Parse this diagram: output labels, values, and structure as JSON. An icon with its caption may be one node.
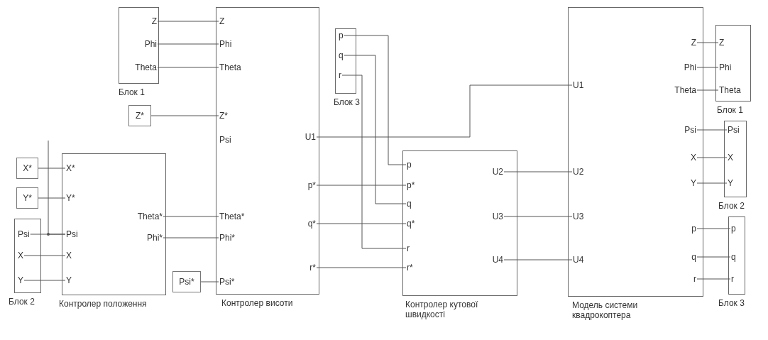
{
  "diagram": {
    "nodes": [
      {
        "text": [
          "Блок 1"
        ]
      },
      {
        "text": [
          "Z"
        ],
        "in": 0
      },
      {
        "text": [
          "Phi"
        ],
        "in": 0
      },
      {
        "text": [
          "Theta"
        ],
        "in": 0
      },
      {
        "text": [
          "Z*"
        ]
      },
      {
        "text": [
          "X*"
        ]
      },
      {
        "text": [
          "Y*"
        ]
      },
      {
        "text": [
          "Блок 2"
        ]
      },
      {
        "text": [
          "Psi"
        ],
        "in": 7
      },
      {
        "text": [
          "X"
        ],
        "in": 7
      },
      {
        "text": [
          "Y"
        ],
        "in": 7
      },
      {
        "text": [
          "Контролер положення"
        ]
      },
      {
        "text": [
          "X*"
        ],
        "in": 11
      },
      {
        "text": [
          "Y*"
        ],
        "in": 11
      },
      {
        "text": [
          "Psi"
        ],
        "in": 11
      },
      {
        "text": [
          "X"
        ],
        "in": 11
      },
      {
        "text": [
          "Y"
        ],
        "in": 11
      },
      {
        "text": [
          "Theta*"
        ],
        "in": 11
      },
      {
        "text": [
          "Phi*"
        ],
        "in": 11
      },
      {
        "text": [
          "Psi*"
        ]
      },
      {
        "text": [
          "Контролер висоти"
        ]
      },
      {
        "text": [
          "Z"
        ],
        "in": 20
      },
      {
        "text": [
          "Phi"
        ],
        "in": 20
      },
      {
        "text": [
          "Theta"
        ],
        "in": 20
      },
      {
        "text": [
          "Z*"
        ],
        "in": 20
      },
      {
        "text": [
          "Psi"
        ],
        "in": 20
      },
      {
        "text": [
          "Theta*"
        ],
        "in": 20
      },
      {
        "text": [
          "Phi*"
        ],
        "in": 20
      },
      {
        "text": [
          "Psi*"
        ],
        "in": 20
      },
      {
        "text": [
          "U1"
        ],
        "in": 20
      },
      {
        "text": [
          "p*"
        ],
        "in": 20
      },
      {
        "text": [
          "q*"
        ],
        "in": 20
      },
      {
        "text": [
          "r*"
        ],
        "in": 20
      },
      {
        "text": [
          "Блок 3"
        ]
      },
      {
        "text": [
          "p"
        ],
        "in": 33
      },
      {
        "text": [
          "q"
        ],
        "in": 33
      },
      {
        "text": [
          "r"
        ],
        "in": 33
      },
      {
        "text": [
          "Контролер кутової швидкості"
        ]
      },
      {
        "text": [
          "p"
        ],
        "in": 37
      },
      {
        "text": [
          "p*"
        ],
        "in": 37
      },
      {
        "text": [
          "q"
        ],
        "in": 37
      },
      {
        "text": [
          "q*"
        ],
        "in": 37
      },
      {
        "text": [
          "r"
        ],
        "in": 37
      },
      {
        "text": [
          "r*"
        ],
        "in": 37
      },
      {
        "text": [
          "U2"
        ],
        "in": 37
      },
      {
        "text": [
          "U3"
        ],
        "in": 37
      },
      {
        "text": [
          "U4"
        ],
        "in": 37
      },
      {
        "text": [
          "Модель системи квадрокоптера"
        ]
      },
      {
        "text": [
          "U1"
        ],
        "in": 47
      },
      {
        "text": [
          "U2"
        ],
        "in": 47
      },
      {
        "text": [
          "U3"
        ],
        "in": 47
      },
      {
        "text": [
          "U4"
        ],
        "in": 47
      },
      {
        "text": [
          "Z"
        ],
        "in": 47
      },
      {
        "text": [
          "Phi"
        ],
        "in": 47
      },
      {
        "text": [
          "Theta"
        ],
        "in": 47
      },
      {
        "text": [
          "Psi"
        ],
        "in": 47
      },
      {
        "text": [
          "X"
        ],
        "in": 47
      },
      {
        "text": [
          "Y"
        ],
        "in": 47
      },
      {
        "text": [
          "p"
        ],
        "in": 47
      },
      {
        "text": [
          "q"
        ],
        "in": 47
      },
      {
        "text": [
          "r"
        ],
        "in": 47
      },
      {
        "text": [
          "Блок 1"
        ]
      },
      {
        "text": [
          "Z"
        ],
        "in": 61
      },
      {
        "text": [
          "Phi"
        ],
        "in": 61
      },
      {
        "text": [
          "Theta"
        ],
        "in": 61
      },
      {
        "text": [
          "Блок 2"
        ]
      },
      {
        "text": [
          "Psi"
        ],
        "in": 65
      },
      {
        "text": [
          "X"
        ],
        "in": 65
      },
      {
        "text": [
          "Y"
        ],
        "in": 65
      },
      {
        "text": [
          "Блок 3"
        ]
      },
      {
        "text": [
          "p"
        ],
        "in": 69
      },
      {
        "text": [
          "q"
        ],
        "in": 69
      },
      {
        "text": [
          "r"
        ],
        "in": 69
      }
    ],
    "edges": [
      {
        "from": 1,
        "to": 21,
        "arrow": "none"
      },
      {
        "from": 2,
        "to": 22,
        "arrow": "none"
      },
      {
        "from": 3,
        "to": 23,
        "arrow": "none"
      },
      {
        "from": 4,
        "to": 24,
        "arrow": "none"
      },
      {
        "from": 5,
        "to": 12,
        "arrow": "none"
      },
      {
        "from": 6,
        "to": 13,
        "arrow": "none"
      },
      {
        "from": 8,
        "to": 14,
        "arrow": "none"
      },
      {
        "from": null,
        "to": 14,
        "arrow": "none"
      },
      {
        "from": 9,
        "to": 15,
        "arrow": "none"
      },
      {
        "from": 10,
        "to": 16,
        "arrow": "none"
      },
      {
        "from": 17,
        "to": 26,
        "arrow": "none"
      },
      {
        "from": 18,
        "to": 27,
        "arrow": "none"
      },
      {
        "from": 19,
        "to": 28,
        "arrow": "none"
      },
      {
        "from": 29,
        "to": 48,
        "arrow": "none"
      },
      {
        "from": 30,
        "to": 39,
        "arrow": "none"
      },
      {
        "from": 31,
        "to": 41,
        "arrow": "none"
      },
      {
        "from": 32,
        "to": 43,
        "arrow": "none"
      },
      {
        "from": 34,
        "to": 38,
        "arrow": "none"
      },
      {
        "from": 35,
        "to": 40,
        "arrow": "none"
      },
      {
        "from": 36,
        "to": 42,
        "arrow": "none"
      },
      {
        "from": 44,
        "to": 49,
        "arrow": "none"
      },
      {
        "from": 45,
        "to": 50,
        "arrow": "none"
      },
      {
        "from": 46,
        "to": 51,
        "arrow": "none"
      },
      {
        "from": 52,
        "to": 62,
        "arrow": "none"
      },
      {
        "from": 53,
        "to": 63,
        "arrow": "none"
      },
      {
        "from": 54,
        "to": 64,
        "arrow": "none"
      },
      {
        "from": 55,
        "to": 66,
        "arrow": "none"
      },
      {
        "from": 56,
        "to": 67,
        "arrow": "none"
      },
      {
        "from": 57,
        "to": 68,
        "arrow": "none"
      },
      {
        "from": 58,
        "to": 70,
        "arrow": "none"
      },
      {
        "from": 59,
        "to": 71,
        "arrow": "none"
      },
      {
        "from": 60,
        "to": 72,
        "arrow": "none"
      }
    ]
  }
}
